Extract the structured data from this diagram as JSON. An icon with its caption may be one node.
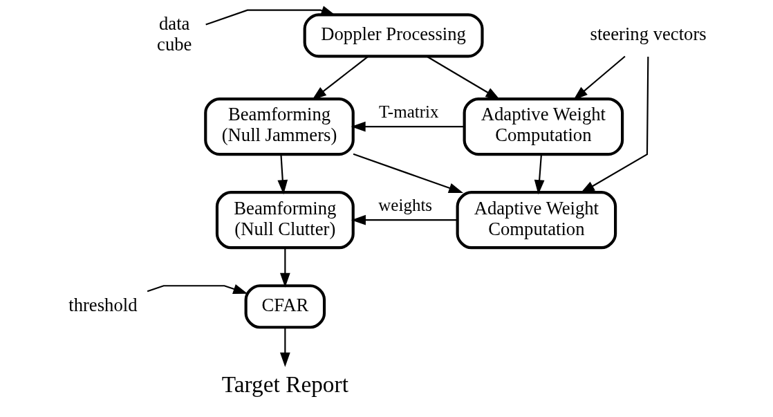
{
  "diagram": {
    "nodes": [
      {
        "text": [
          "data cube"
        ]
      },
      {
        "text": [
          "Doppler Processing"
        ]
      },
      {
        "text": [
          "steering vectors"
        ]
      },
      {
        "text": [
          "Beamforming (Null Jammers)"
        ]
      },
      {
        "text": [
          "Adaptive Weight Computation"
        ]
      },
      {
        "text": [
          "Beamforming (Null Clutter)"
        ]
      },
      {
        "text": [
          "Adaptive Weight Computation"
        ]
      },
      {
        "text": [
          "threshold"
        ]
      },
      {
        "text": [
          "CFAR"
        ]
      },
      {
        "text": [
          "Target Report"
        ]
      }
    ],
    "edges": [
      {
        "from": 0,
        "to": 1,
        "arrow": "to"
      },
      {
        "from": 1,
        "to": 3,
        "arrow": "to"
      },
      {
        "from": 1,
        "to": 4,
        "arrow": "to"
      },
      {
        "from": 4,
        "to": 3,
        "arrow": "to",
        "label": "T-matrix"
      },
      {
        "from": 4,
        "to": 6,
        "arrow": "to"
      },
      {
        "from": 2,
        "to": 4,
        "arrow": "to"
      },
      {
        "from": 2,
        "to": 6,
        "arrow": "to"
      },
      {
        "from": 3,
        "to": 5,
        "arrow": "to"
      },
      {
        "from": 3,
        "to": 6,
        "arrow": "to"
      },
      {
        "from": 6,
        "to": 5,
        "arrow": "to",
        "label": "weights"
      },
      {
        "from": 5,
        "to": 8,
        "arrow": "to"
      },
      {
        "from": 7,
        "to": 8,
        "arrow": "to"
      },
      {
        "from": 8,
        "to": 9,
        "arrow": "to"
      }
    ]
  }
}
